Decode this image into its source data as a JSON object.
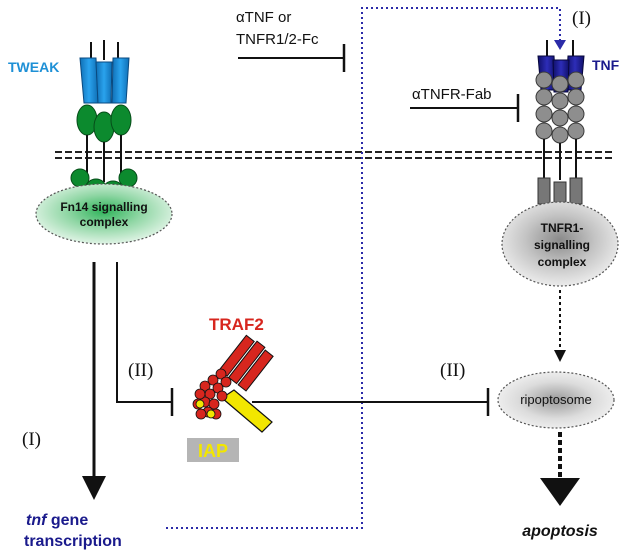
{
  "colors": {
    "tweak": "#1e90d6",
    "tnf": "#1a1a8c",
    "fn14_green": "#1f8a3c",
    "traf2": "#d7261e",
    "iap": "#f2e600",
    "gray_box": "#b5b5b5",
    "dotted_blue": "#2b2ba8",
    "text_dark": "#111111"
  },
  "labels": {
    "tweak": "TWEAK",
    "tnf": "TNF",
    "blocker_top_line1": "αTNF or",
    "blocker_top_line2": "TNFR1/2-Fc",
    "blocker_fab": "αTNFR-Fab",
    "fn14_line1": "Fn14 signalling",
    "fn14_line2": "complex",
    "tnfr1_line1": "TNFR1-",
    "tnfr1_line2": "signalling",
    "tnfr1_line3": "complex",
    "traf2": "TRAF2",
    "iap": "IAP",
    "ripoptosome": "ripoptosome",
    "apoptosis": "apoptosis",
    "tnf_gene_italic": "tnf",
    "tnf_gene_rest": " gene",
    "transcription": "transcription",
    "step_I_left": "(I)",
    "step_I_right": "(I)",
    "step_II_left": "(II)",
    "step_II_right": "(II)"
  }
}
